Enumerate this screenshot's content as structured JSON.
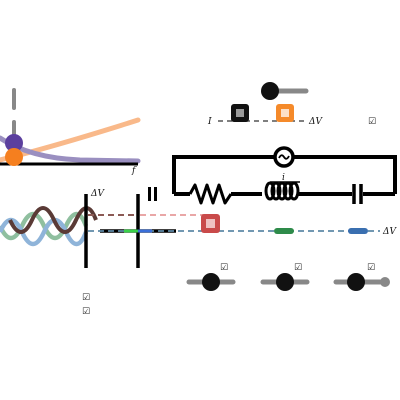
{
  "labels": {
    "curve_axis_f": "f",
    "switch_row_i": "I",
    "switch_row_dv": "ΔV",
    "inductor_i": "i",
    "capacitor_dv": "ΔV",
    "wire_dv": "ΔV"
  },
  "checkboxes": [
    "☑",
    "☑",
    "☑",
    "☑",
    "☑",
    "☑"
  ],
  "colors": {
    "wire": "#000000",
    "orange_curve": "#f9b98a",
    "purple_curve": "#9a8fc0",
    "purple_node": "#5b3f9e",
    "orange_node": "#f57f1f",
    "wave_green": "#8fbf9f",
    "wave_blue": "#8fb4d9",
    "wave_brown": "#5a3a36",
    "switch_black": "#111111",
    "switch_orange": "#f58a2a",
    "red_block": "#c94a4a",
    "pink_dashed": "#e9a7a7",
    "brown_dashed": "#8b5a55",
    "green_bead": "#2e8b4a",
    "blue_bead": "#3a6fb0",
    "gray_knob": "#888888"
  },
  "icons": {
    "ac_source": "ac-source-icon",
    "resistor": "resistor-icon",
    "inductor": "inductor-icon",
    "capacitor": "capacitor-icon",
    "pause": "pause-icon"
  }
}
